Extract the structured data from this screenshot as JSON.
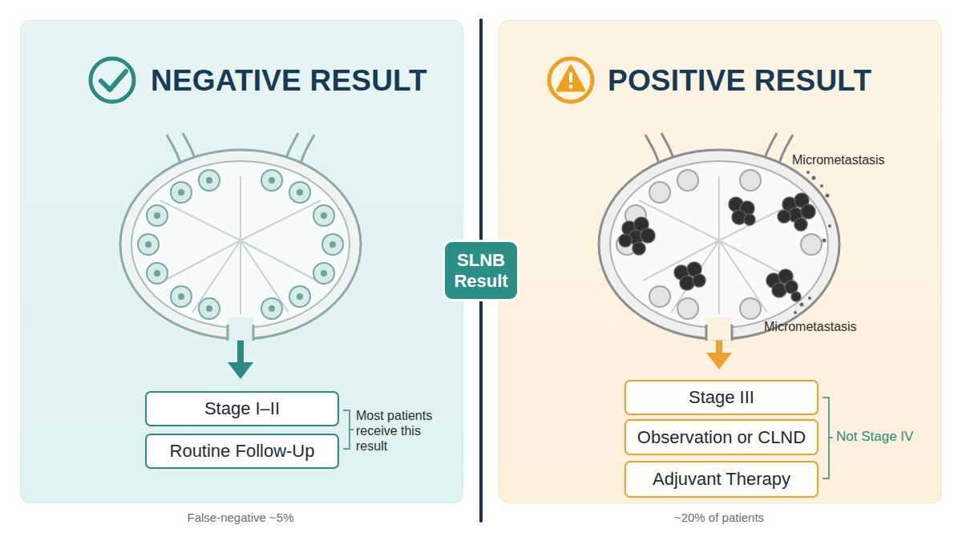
{
  "diagram": {
    "nodes": [
      {
        "text": [
          "NEGATIVE RESULT"
        ]
      },
      {
        "text": [
          "Stage I–II"
        ],
        "in": 0
      },
      {
        "text": [
          "Routine Follow-Up"
        ],
        "in": 0
      },
      {
        "text": [
          "SLNB Result"
        ]
      },
      {
        "text": [
          "POSITIVE RESULT"
        ]
      },
      {
        "text": [
          "Stage III"
        ],
        "in": 4
      },
      {
        "text": [
          "Observation or CLND"
        ],
        "in": 4
      },
      {
        "text": [
          "Adjuvant Therapy"
        ],
        "in": 4
      }
    ],
    "labels": [
      "Most patients receive this result",
      "False-negative ~5%",
      "Micrometastasis",
      "Micrometastasis",
      "Not Stage IV",
      "~20% of patients"
    ]
  }
}
